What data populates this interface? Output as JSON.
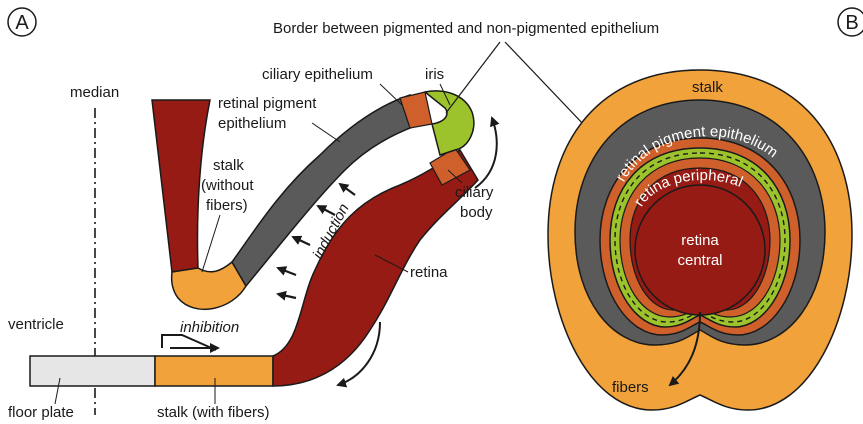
{
  "panel_a": "A",
  "panel_b": "B",
  "title": "Border between pigmented and non-pigmented epithelium",
  "labels_a": {
    "median": "median",
    "ciliary_epithelium": "ciliary epithelium",
    "iris": "iris",
    "retinal_pigment_1": "retinal pigment",
    "retinal_pigment_2": "epithelium",
    "stalk_no_fibers_1": "stalk",
    "stalk_no_fibers_2": "(without",
    "stalk_no_fibers_3": "fibers)",
    "ciliary_body_1": "ciliary",
    "ciliary_body_2": "body",
    "induction": "induction",
    "retina": "retina",
    "ventricle": "ventricle",
    "inhibition": "inhibition",
    "floor_plate": "floor plate",
    "stalk_with_fibers": "stalk (with fibers)"
  },
  "labels_b": {
    "stalk": "stalk",
    "rpe": "retinal pigment epithelium",
    "retina_peripheral": "retina peripheral",
    "retina_central_1": "retina",
    "retina_central_2": "central",
    "fibers": "fibers"
  },
  "colors": {
    "stalk": "#f2a23a",
    "rpe": "#5a5a5a",
    "retina": "#951b14",
    "ciliary": "#d0602b",
    "iris": "#9cc32b",
    "floor_plate": "#e6e6e6"
  }
}
